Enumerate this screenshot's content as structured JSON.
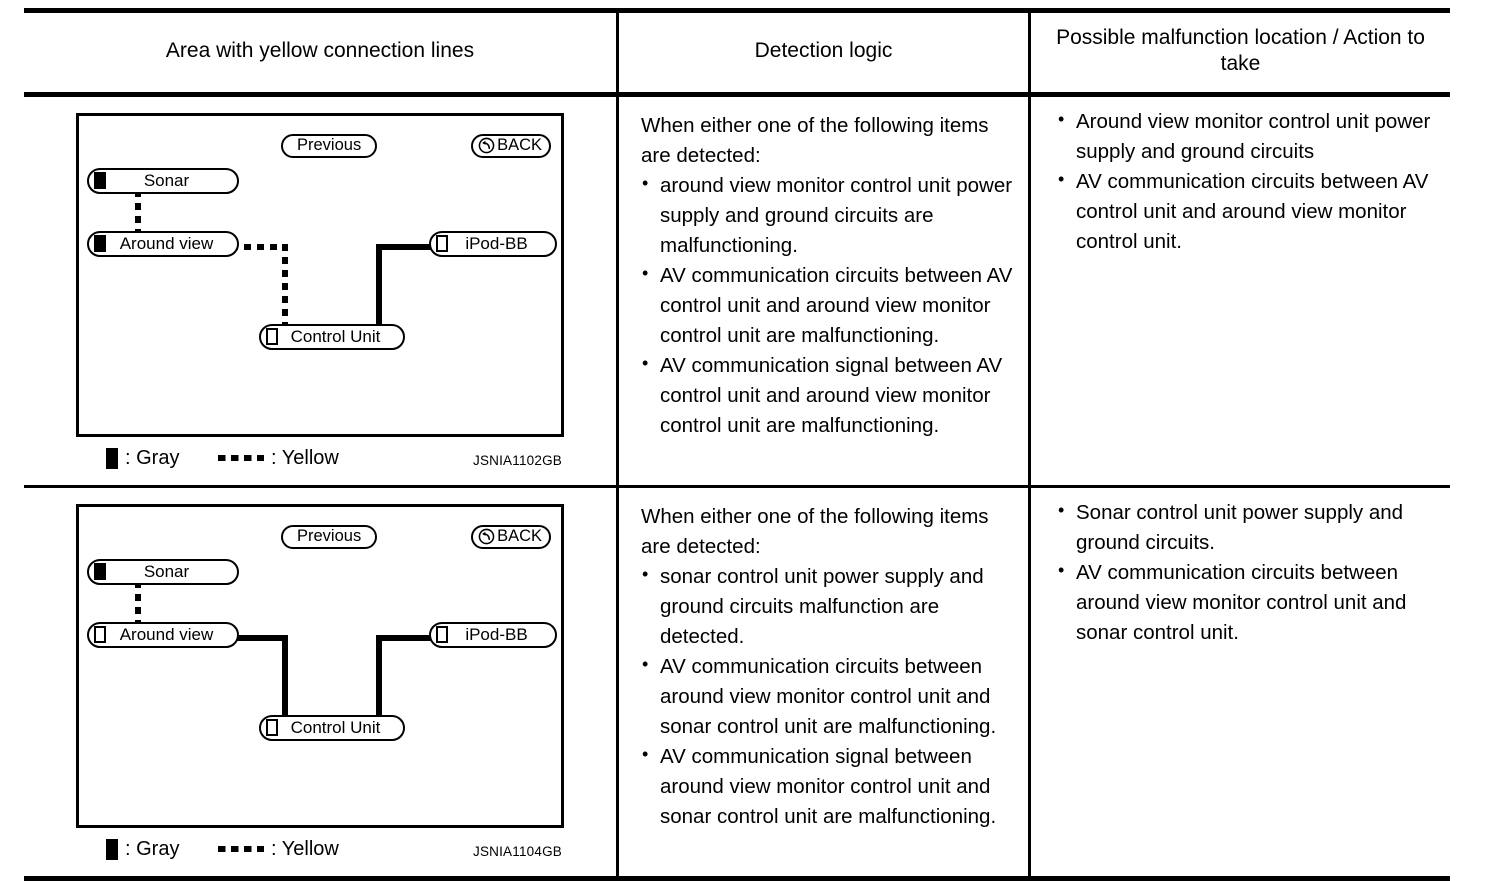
{
  "table": {
    "headers": [
      "Area with yellow connection lines",
      "Detection logic",
      "Possible malfunction location / Action to take"
    ],
    "rows": [
      {
        "diagram": {
          "figure_id": "JSNIA1102GB",
          "previous_label": "Previous",
          "back_label": "BACK",
          "back_icon": "back-arrow-icon",
          "nodes": [
            {
              "label": "Sonar",
              "marker": "filled"
            },
            {
              "label": "Around view",
              "marker": "filled"
            },
            {
              "label": "iPod-BB",
              "marker": "hollow"
            },
            {
              "label": "Control Unit",
              "marker": "hollow"
            }
          ],
          "legend": {
            "gray_label": ": Gray",
            "yellow_label": ": Yellow"
          }
        },
        "logic": {
          "lead": "When either one of the following items are detected:",
          "items": [
            "around view monitor control unit power supply and ground circuits are malfunctioning.",
            "AV communication circuits between AV control unit and around view monitor control unit are malfunctioning.",
            "AV communication signal between AV control unit and around view monitor control unit are malfunctioning."
          ]
        },
        "action": {
          "items": [
            "Around view monitor control unit power supply and ground circuits",
            "AV communication circuits between AV control unit and around view monitor control unit."
          ]
        }
      },
      {
        "diagram": {
          "figure_id": "JSNIA1104GB",
          "previous_label": "Previous",
          "back_label": "BACK",
          "back_icon": "back-arrow-icon",
          "nodes": [
            {
              "label": "Sonar",
              "marker": "filled"
            },
            {
              "label": "Around view",
              "marker": "hollow"
            },
            {
              "label": "iPod-BB",
              "marker": "hollow"
            },
            {
              "label": "Control Unit",
              "marker": "hollow"
            }
          ],
          "legend": {
            "gray_label": ": Gray",
            "yellow_label": ": Yellow"
          }
        },
        "logic": {
          "lead": "When either one of the following items are detected:",
          "items": [
            "sonar control unit power supply and ground circuits malfunction are detected.",
            "AV communication circuits between around view monitor control unit and sonar control unit are malfunctioning.",
            "AV communication signal between around view monitor control unit and sonar control unit are malfunctioning."
          ]
        },
        "action": {
          "items": [
            "Sonar control unit power supply and ground circuits.",
            "AV communication circuits between around view monitor control unit and sonar control unit."
          ]
        }
      }
    ]
  }
}
